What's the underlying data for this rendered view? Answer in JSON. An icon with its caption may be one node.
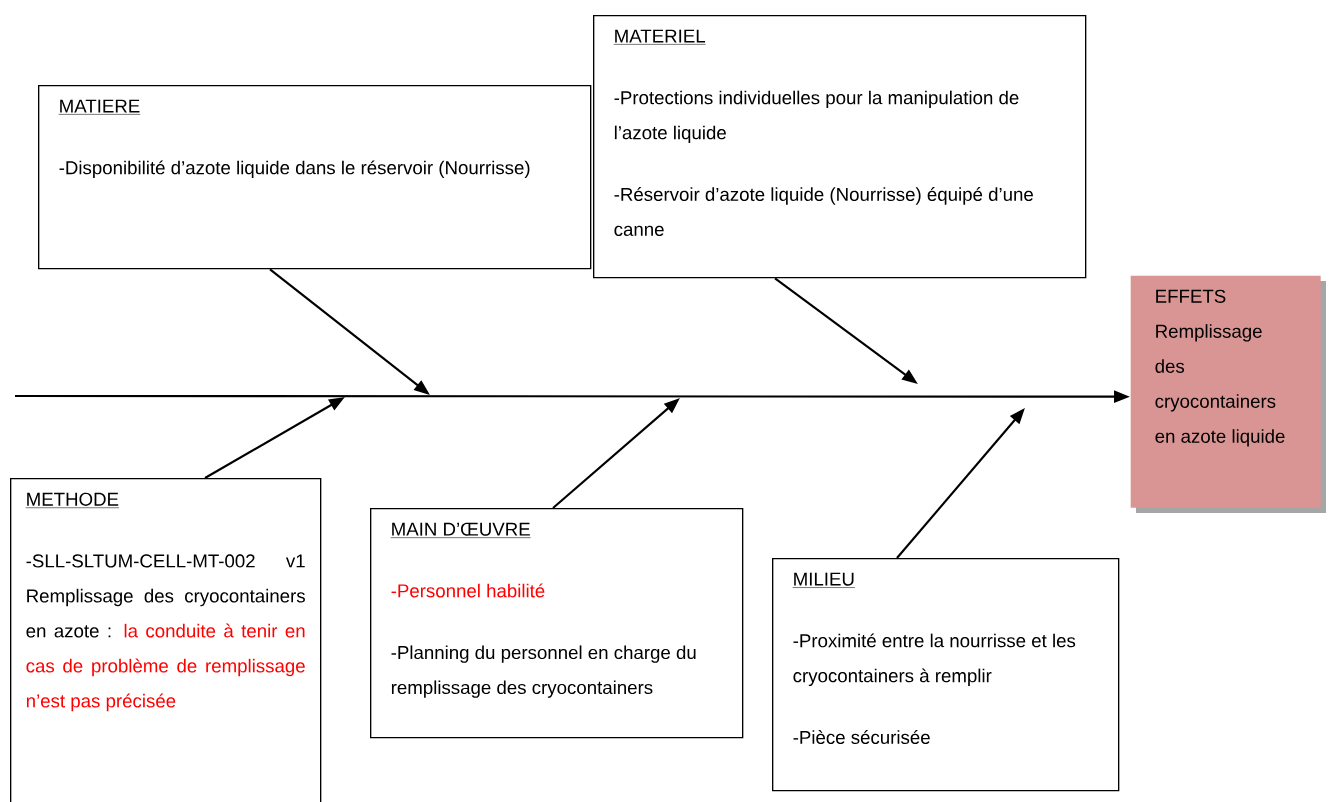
{
  "diagram": {
    "nodes": [
      {
        "text": [
          "MATIERE",
          "-Disponibilité d’azote liquide dans le réservoir (Nourrisse)"
        ]
      },
      {
        "text": [
          "MATERIEL",
          "-Protections individuelles pour la manipulation de l’azote liquide",
          "-Réservoir d’azote liquide (Nourrisse) équipé d’une canne"
        ]
      },
      {
        "text": [
          "EFFETS",
          "Remplissage des cryocontainers en azote liquide"
        ]
      },
      {
        "text": [
          "METHODE",
          "-SLL-SLTUM-CELL-MT-002 v1 Remplissage des cryocontainers en azote :",
          "la conduite à tenir en cas de problème de remplissage n’est pas précisée"
        ]
      },
      {
        "text": [
          "MAIN D’ŒUVRE",
          "-Personnel habilité",
          "-Planning du personnel en charge du remplissage des cryocontainers"
        ]
      },
      {
        "text": [
          "MILIEU",
          "-Proximité entre la nourrisse et les cryocontainers à remplir",
          "-Pièce sécurisée"
        ]
      }
    ],
    "edges": [
      {
        "from": null,
        "to": 2,
        "arrow": "to"
      },
      {
        "from": 0,
        "to": null,
        "arrow": "to"
      },
      {
        "from": 1,
        "to": null,
        "arrow": "to"
      },
      {
        "from": 3,
        "to": null,
        "arrow": "to"
      },
      {
        "from": 4,
        "to": null,
        "arrow": "to"
      },
      {
        "from": 5,
        "to": null,
        "arrow": "to"
      }
    ]
  }
}
